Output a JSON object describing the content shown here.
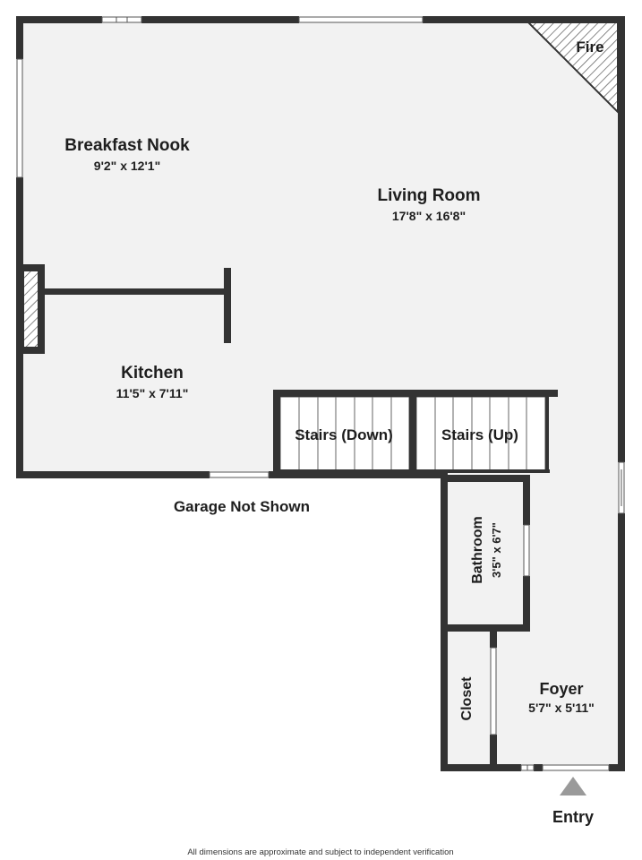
{
  "rooms": {
    "breakfast_nook": {
      "name": "Breakfast Nook",
      "dims": "9'2\" x 12'1\""
    },
    "living_room": {
      "name": "Living Room",
      "dims": "17'8\" x 16'8\""
    },
    "kitchen": {
      "name": "Kitchen",
      "dims": "11'5\" x 7'11\""
    },
    "stairs_down": {
      "name": "Stairs (Down)"
    },
    "stairs_up": {
      "name": "Stairs (Up)"
    },
    "bathroom": {
      "name": "Bathroom",
      "dims": "3'5\" x 6'7\""
    },
    "closet": {
      "name": "Closet"
    },
    "foyer": {
      "name": "Foyer",
      "dims": "5'7\" x 5'11\""
    }
  },
  "fireplace_label": "Fire",
  "garage_label": "Garage Not Shown",
  "entry_label": "Entry",
  "disclaimer": "All dimensions are approximate and subject to independent verification",
  "colors": {
    "wall": "#333333",
    "floor": "#f2f2f2",
    "hatch": "#555555",
    "entry_arrow": "#9a9a9a",
    "text": "#1e1e1e"
  }
}
